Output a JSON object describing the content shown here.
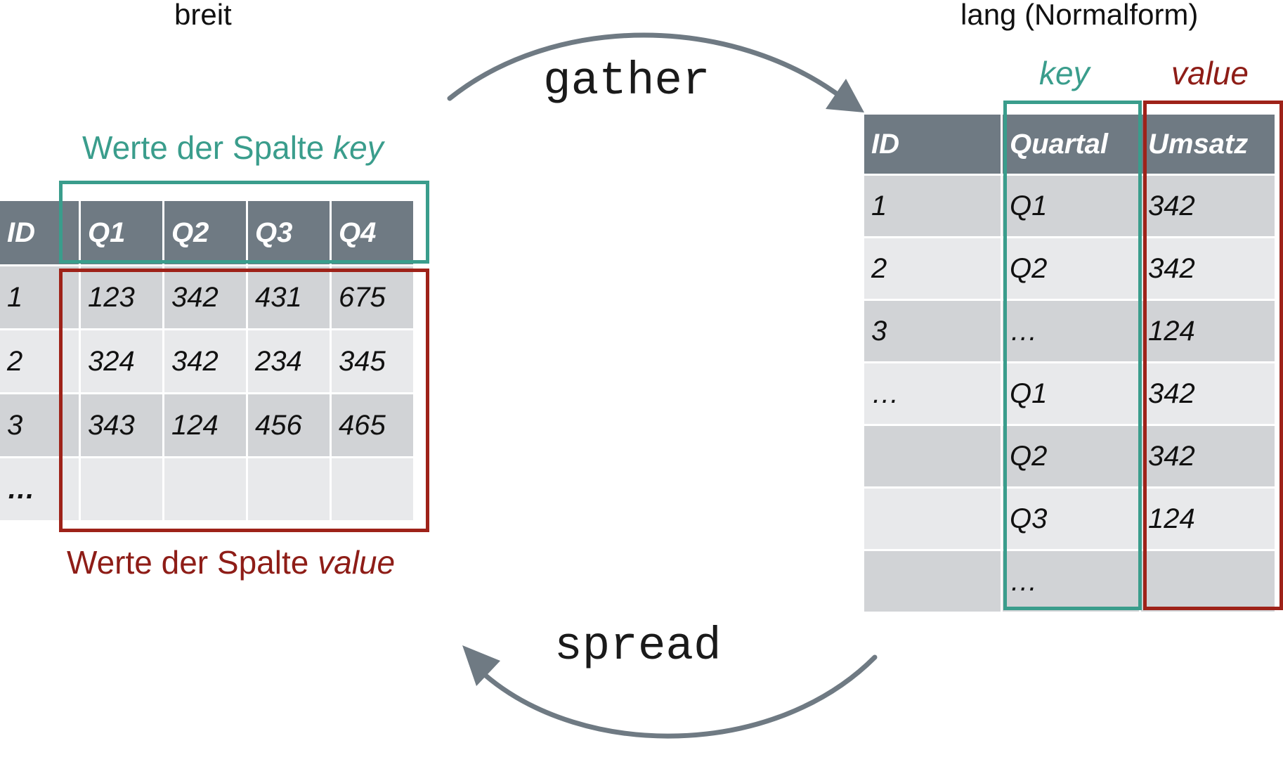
{
  "titles": {
    "wide": "breit",
    "long": "lang (Normalform)"
  },
  "arrows": {
    "top": "gather",
    "bottom": "spread"
  },
  "captions": {
    "key_prefix": "Werte der Spalte ",
    "key_word": "key",
    "value_prefix": "Werte der Spalte ",
    "value_word": "value"
  },
  "column_labels": {
    "key": "key",
    "value": "value"
  },
  "wide_table": {
    "headers": [
      "ID",
      "Q1",
      "Q2",
      "Q3",
      "Q4"
    ],
    "rows": [
      [
        "1",
        "123",
        "342",
        "431",
        "675"
      ],
      [
        "2",
        "324",
        "342",
        "234",
        "345"
      ],
      [
        "3",
        "343",
        "124",
        "456",
        "465"
      ],
      [
        "…",
        "",
        "",
        "",
        ""
      ]
    ]
  },
  "long_table": {
    "headers": [
      "ID",
      "Quartal",
      "Umsatz"
    ],
    "rows": [
      [
        "1",
        "Q1",
        "342"
      ],
      [
        "2",
        "Q2",
        "342"
      ],
      [
        "3",
        "…",
        "124"
      ],
      [
        "…",
        "Q1",
        "342"
      ],
      [
        "",
        "Q2",
        "342"
      ],
      [
        "",
        "Q3",
        "124"
      ],
      [
        "",
        "…",
        ""
      ]
    ]
  },
  "colors": {
    "key": "#3a9d8c",
    "value": "#9e2219",
    "header": "#6f7a83",
    "arrow": "#6f7a83"
  }
}
